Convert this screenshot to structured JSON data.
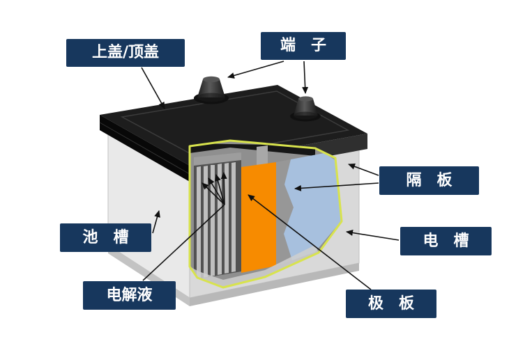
{
  "labels": {
    "top_cover": "上盖/顶盖",
    "terminal": "端　子",
    "separator": "隔　板",
    "cell_tank": "池　槽",
    "container": "电　槽",
    "electrolyte": "电解液",
    "plate": "极　板"
  },
  "colors": {
    "label_background": "#17375d",
    "label_text": "#ffffff",
    "plate_fill_orange": "#f78b00",
    "separator_fill_blue": "#a7c0de",
    "cutaway_outline_yellow_green": "#d8e34d",
    "top_cover_black": "#1d1d1d",
    "case_gray": "#e9e9e9",
    "arrow_color": "#101010"
  }
}
